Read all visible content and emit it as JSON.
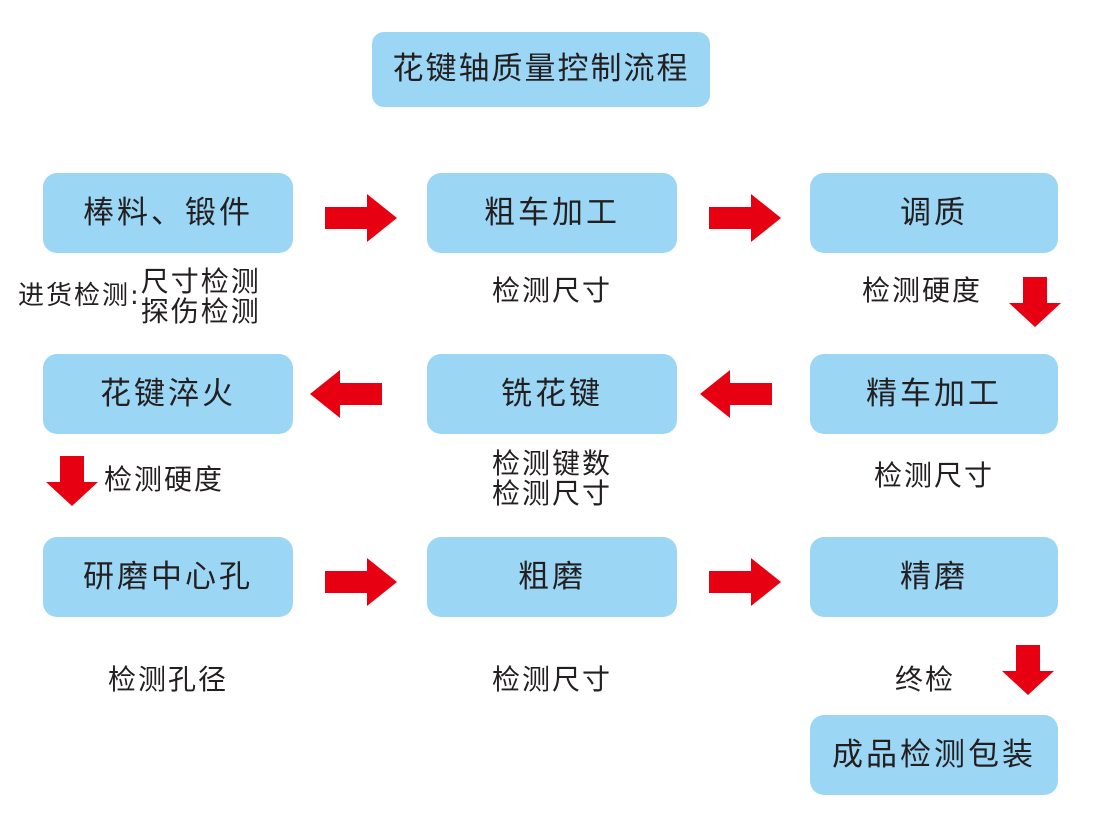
{
  "title": {
    "label": "花键轴质量控制流程"
  },
  "colors": {
    "node_fill": "#9BD6F4",
    "arrow_red": "#E60012",
    "text": "#231F20",
    "background": "#FFFFFF"
  },
  "rows": [
    {
      "id": "row-1",
      "nodes": [
        {
          "id": "raw-material",
          "label": "棒料、锻件",
          "caption_prefix": "进货检测:",
          "caption_lines": [
            "尺寸检测",
            "探伤检测"
          ]
        },
        {
          "id": "rough-turning",
          "label": "粗车加工",
          "caption_prefix": "",
          "caption_lines": [
            "检测尺寸"
          ]
        },
        {
          "id": "quenching-tempering",
          "label": "调质",
          "caption_prefix": "",
          "caption_lines": [
            "检测硬度"
          ]
        }
      ]
    },
    {
      "id": "row-2",
      "nodes": [
        {
          "id": "spline-quenching",
          "label": "花键淬火",
          "caption_prefix": "",
          "caption_lines": [
            "检测硬度"
          ]
        },
        {
          "id": "spline-milling",
          "label": "铣花键",
          "caption_prefix": "",
          "caption_lines": [
            "检测键数",
            "检测尺寸"
          ]
        },
        {
          "id": "finish-turning",
          "label": "精车加工",
          "caption_prefix": "",
          "caption_lines": [
            "检测尺寸"
          ]
        }
      ]
    },
    {
      "id": "row-3",
      "nodes": [
        {
          "id": "center-hole-grinding",
          "label": "研磨中心孔",
          "caption_prefix": "",
          "caption_lines": [
            "检测孔径"
          ]
        },
        {
          "id": "rough-grinding",
          "label": "粗磨",
          "caption_prefix": "",
          "caption_lines": [
            "检测尺寸"
          ]
        },
        {
          "id": "finish-grinding",
          "label": "精磨",
          "caption_prefix": "",
          "caption_lines": [
            "终检"
          ]
        }
      ]
    },
    {
      "id": "row-4",
      "nodes": [
        {
          "id": "final-inspection-packaging",
          "label": "成品检测包装",
          "caption_prefix": "",
          "caption_lines": []
        }
      ]
    }
  ],
  "connectors": [
    {
      "id": "c1",
      "direction": "right",
      "from": "raw-material",
      "to": "rough-turning"
    },
    {
      "id": "c2",
      "direction": "right",
      "from": "rough-turning",
      "to": "quenching-tempering"
    },
    {
      "id": "c3",
      "direction": "down",
      "from": "quenching-tempering",
      "to": "finish-turning"
    },
    {
      "id": "c4",
      "direction": "left",
      "from": "finish-turning",
      "to": "spline-milling"
    },
    {
      "id": "c5",
      "direction": "left",
      "from": "spline-milling",
      "to": "spline-quenching"
    },
    {
      "id": "c6",
      "direction": "down",
      "from": "spline-quenching",
      "to": "center-hole-grinding"
    },
    {
      "id": "c7",
      "direction": "right",
      "from": "center-hole-grinding",
      "to": "rough-grinding"
    },
    {
      "id": "c8",
      "direction": "right",
      "from": "rough-grinding",
      "to": "finish-grinding"
    },
    {
      "id": "c9",
      "direction": "down",
      "from": "finish-grinding",
      "to": "final-inspection-packaging"
    }
  ]
}
